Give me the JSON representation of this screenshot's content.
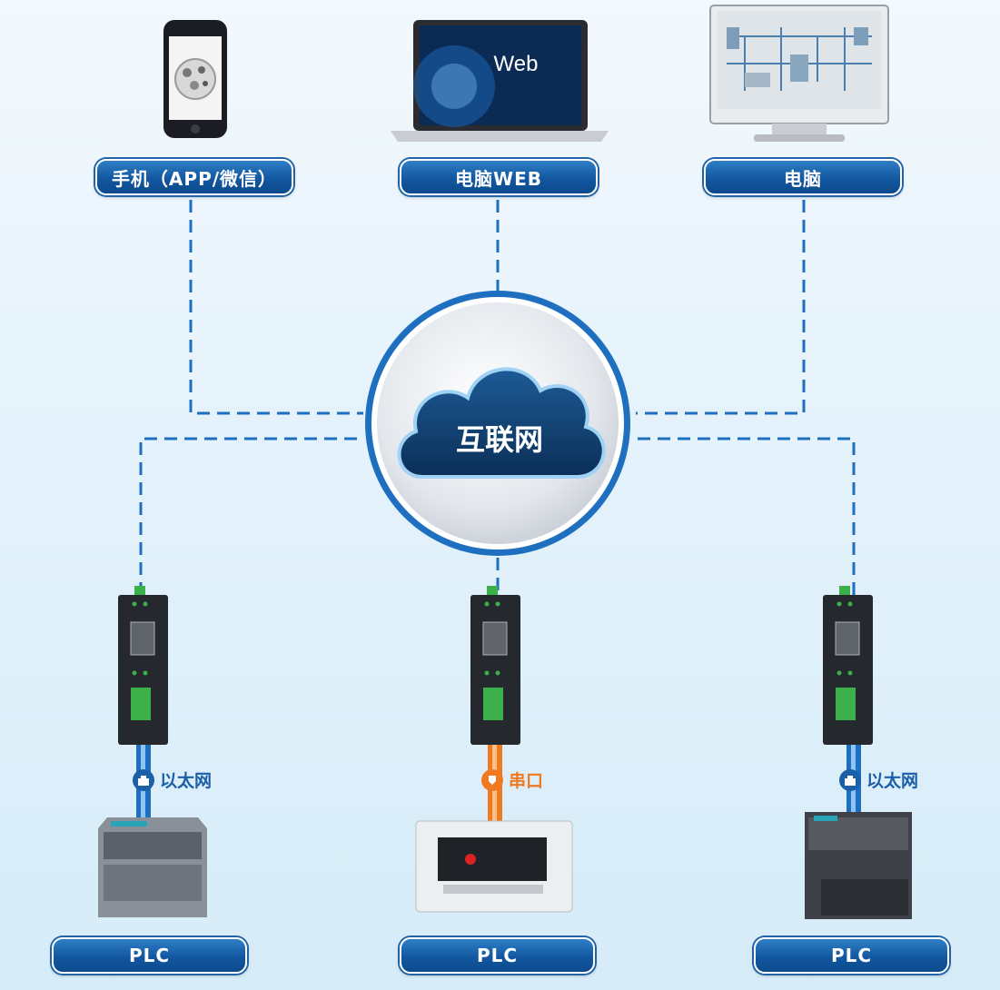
{
  "colors": {
    "accent_blue": "#1a5fa8",
    "cable_blue": "#1e6fc0",
    "cable_orange": "#f07a22",
    "cloud_dark": "#0f3d6e"
  },
  "top_devices": [
    {
      "label": "手机（APP/微信）",
      "icon": "smartphone-icon"
    },
    {
      "label": "电脑WEB",
      "icon": "laptop-icon",
      "screen_text": "Web"
    },
    {
      "label": "电脑",
      "icon": "desktop-monitor-icon"
    }
  ],
  "cloud": {
    "label": "互联网",
    "icon": "cloud-icon"
  },
  "gateways": [
    {
      "icon": "iot-gateway-icon",
      "connection": "以太网",
      "connection_icon": "ethernet-icon"
    },
    {
      "icon": "iot-gateway-icon",
      "connection": "串口",
      "connection_icon": "serial-port-icon"
    },
    {
      "icon": "iot-gateway-icon",
      "connection": "以太网",
      "connection_icon": "ethernet-icon"
    }
  ],
  "plcs": [
    {
      "label": "PLC",
      "icon": "plc-icon"
    },
    {
      "label": "PLC",
      "icon": "plc-icon"
    },
    {
      "label": "PLC",
      "icon": "plc-icon"
    }
  ]
}
